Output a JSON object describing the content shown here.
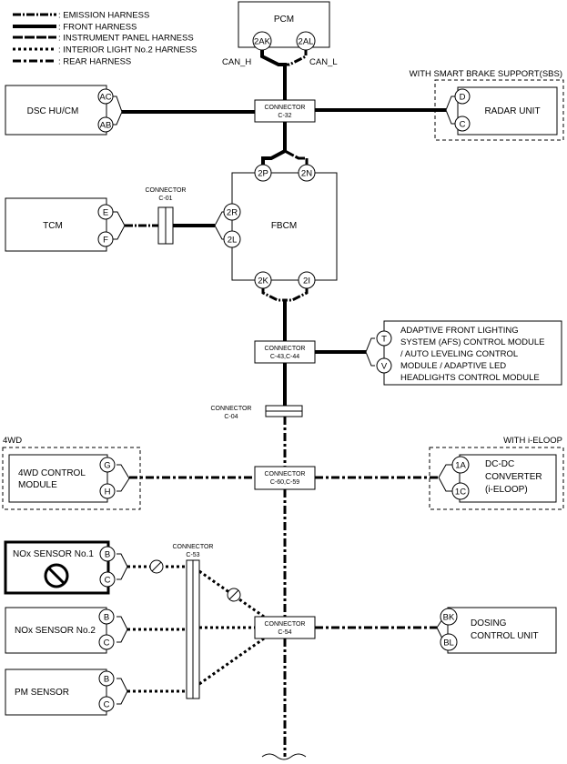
{
  "legend": [
    {
      "label": ": EMISSION HARNESS",
      "style": "emission"
    },
    {
      "label": ": FRONT HARNESS",
      "style": "front"
    },
    {
      "label": ": INSTRUMENT PANEL HARNESS",
      "style": "instrument"
    },
    {
      "label": ": INTERIOR LIGHT No.2 HARNESS",
      "style": "interior"
    },
    {
      "label": ": REAR HARNESS",
      "style": "rear"
    }
  ],
  "pcm": {
    "title": "PCM",
    "pin_h": "2AK",
    "pin_l": "2AL",
    "can_h": "CAN_H",
    "can_l": "CAN_L"
  },
  "dsc": {
    "title": "DSC HU/CM",
    "pin1": "AC",
    "pin2": "AB"
  },
  "sbs": {
    "group": "WITH SMART BRAKE SUPPORT(SBS)",
    "title": "RADAR UNIT",
    "pin1": "D",
    "pin2": "C"
  },
  "c32": {
    "label": "CONNECTOR",
    "id": "C-32"
  },
  "fbcm": {
    "title": "FBCM",
    "pins": {
      "p2p": "2P",
      "p2n": "2N",
      "p2r": "2R",
      "p2l": "2L",
      "p2k": "2K",
      "p2i": "2I"
    }
  },
  "tcm": {
    "title": "TCM",
    "pin1": "E",
    "pin2": "F"
  },
  "c01": {
    "label": "CONNECTOR",
    "id": "C-01"
  },
  "c43": {
    "label": "CONNECTOR",
    "id": "C-43,C-44"
  },
  "afs": {
    "lines": [
      "ADAPTIVE FRONT LIGHTING",
      "SYSTEM (AFS) CONTROL MODULE",
      "/ AUTO LEVELING CONTROL",
      "MODULE / ADAPTIVE LED",
      "HEADLIGHTS CONTROL MODULE"
    ],
    "pin1": "T",
    "pin2": "V"
  },
  "c04": {
    "label": "CONNECTOR",
    "id": "C-04"
  },
  "awd": {
    "group": "4WD",
    "lines": [
      "4WD CONTROL",
      "MODULE"
    ],
    "pin1": "G",
    "pin2": "H"
  },
  "c60": {
    "label": "CONNECTOR",
    "id": "C-60,C-59"
  },
  "dcdc": {
    "group": "WITH i-ELOOP",
    "lines": [
      "DC-DC",
      "CONVERTER",
      "(i-ELOOP)"
    ],
    "pin1": "1A",
    "pin2": "1C"
  },
  "nox1": {
    "title": "NOx SENSOR No.1",
    "pin1": "B",
    "pin2": "C"
  },
  "c53": {
    "label": "CONNECTOR",
    "id": "C-53"
  },
  "nox2": {
    "title": "NOx SENSOR No.2",
    "pin1": "B",
    "pin2": "C"
  },
  "c54": {
    "label": "CONNECTOR",
    "id": "C-54"
  },
  "dosing": {
    "lines": [
      "DOSING",
      "CONTROL UNIT"
    ],
    "pin1": "BK",
    "pin2": "BL"
  },
  "pm": {
    "title": "PM SENSOR",
    "pin1": "B",
    "pin2": "C"
  }
}
